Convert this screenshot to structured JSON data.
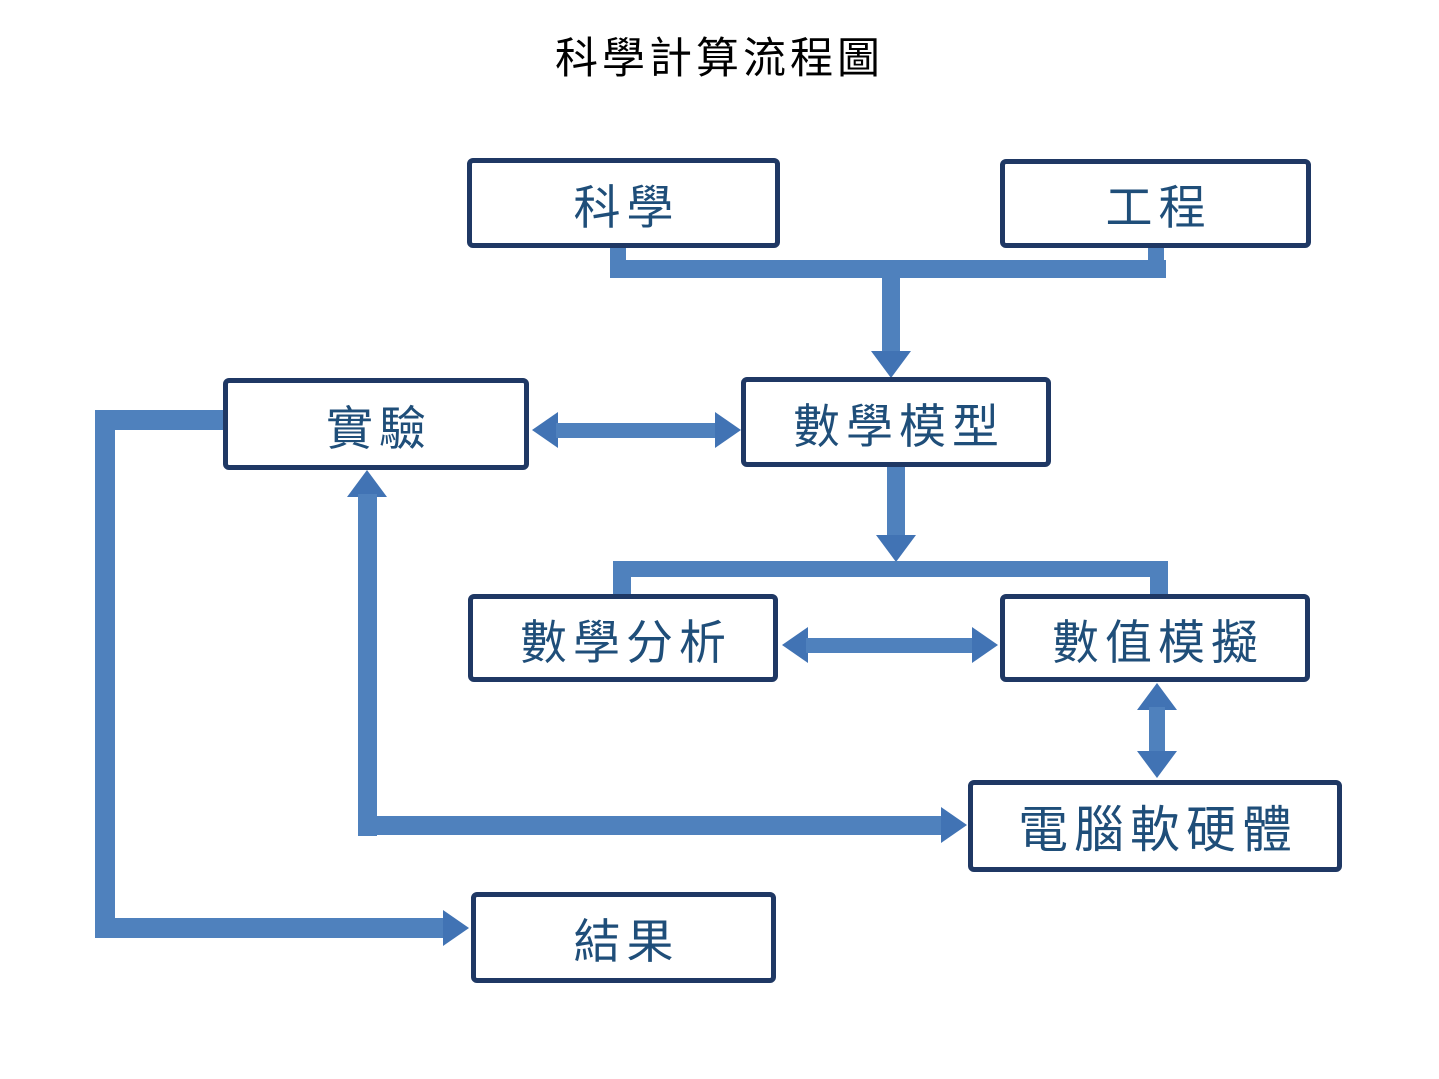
{
  "title": "科學計算流程圖",
  "colors": {
    "box_border": "#1F3864",
    "box_text": "#1F4E79",
    "connector": "#4F81BD",
    "arrowhead": "#4173B4",
    "title_color": "#000000",
    "bg": "#FFFFFF"
  },
  "nodes": [
    {
      "id": "science",
      "label": "科學"
    },
    {
      "id": "engineering",
      "label": "工程"
    },
    {
      "id": "experiment",
      "label": "實驗"
    },
    {
      "id": "math-model",
      "label": "數學模型"
    },
    {
      "id": "math-analysis",
      "label": "數學分析"
    },
    {
      "id": "numerical-simulation",
      "label": "數值模擬"
    },
    {
      "id": "computer-hw-sw",
      "label": "電腦軟硬體"
    },
    {
      "id": "results",
      "label": "結果"
    }
  ],
  "edges": [
    {
      "from": "science",
      "to": "math-model",
      "type": "arrow",
      "shape": "merge-down"
    },
    {
      "from": "engineering",
      "to": "math-model",
      "type": "arrow",
      "shape": "merge-down"
    },
    {
      "from": "experiment",
      "to": "math-model",
      "type": "double-arrow",
      "shape": "straight-horizontal"
    },
    {
      "from": "math-model",
      "to": "math-analysis",
      "type": "arrow",
      "shape": "split-down"
    },
    {
      "from": "math-model",
      "to": "numerical-simulation",
      "type": "arrow",
      "shape": "split-down"
    },
    {
      "from": "math-analysis",
      "to": "numerical-simulation",
      "type": "double-arrow",
      "shape": "straight-horizontal"
    },
    {
      "from": "numerical-simulation",
      "to": "computer-hw-sw",
      "type": "double-arrow",
      "shape": "straight-vertical"
    },
    {
      "from": "experiment",
      "to": "computer-hw-sw",
      "type": "double-arrow",
      "shape": "elbow-down-right"
    },
    {
      "from": "experiment",
      "to": "results",
      "type": "arrow",
      "shape": "elbow-left-down-right"
    }
  ]
}
